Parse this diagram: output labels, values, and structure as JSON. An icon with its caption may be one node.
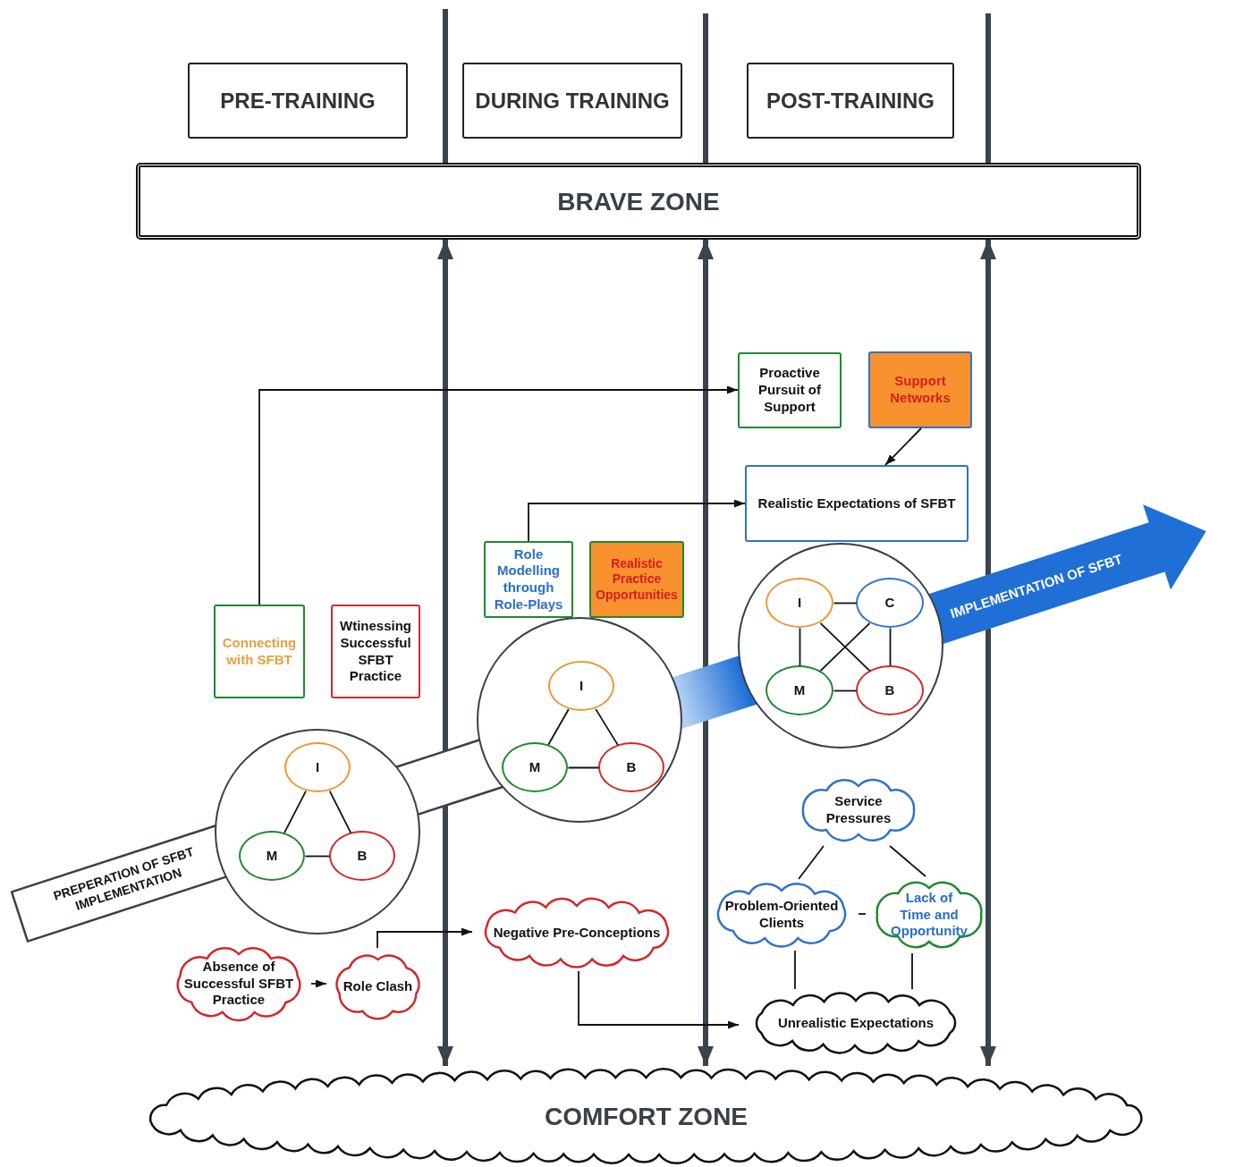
{
  "diagram": {
    "nodes": [
      {
        "text": [
          "PRE-TRAINING"
        ]
      },
      {
        "text": [
          "DURING TRAINING"
        ]
      },
      {
        "text": [
          "POST-TRAINING"
        ]
      },
      {
        "text": [
          "BRAVE ZONE"
        ]
      },
      {
        "text": [
          "Proactive Pursuit of Support"
        ]
      },
      {
        "text": [
          "Support Networks"
        ]
      },
      {
        "text": [
          "Realistic Expectations of SFBT"
        ]
      },
      {
        "text": [
          "Role Modelling through Role-Plays"
        ]
      },
      {
        "text": [
          "Realistic Practice Opportunities"
        ]
      },
      {
        "text": [
          "Connecting with SFBT"
        ]
      },
      {
        "text": [
          "Wtinessing Successful SFBT Practice"
        ]
      },
      {
        "text": [],
        "shape": "circle"
      },
      {
        "text": [
          "I"
        ],
        "in": 11
      },
      {
        "text": [
          "M"
        ],
        "in": 11
      },
      {
        "text": [
          "B"
        ],
        "in": 11
      },
      {
        "text": [],
        "shape": "circle"
      },
      {
        "text": [
          "I"
        ],
        "in": 15
      },
      {
        "text": [
          "M"
        ],
        "in": 15
      },
      {
        "text": [
          "B"
        ],
        "in": 15
      },
      {
        "text": [],
        "shape": "circle"
      },
      {
        "text": [
          "I"
        ],
        "in": 19
      },
      {
        "text": [
          "C"
        ],
        "in": 19
      },
      {
        "text": [
          "M"
        ],
        "in": 19
      },
      {
        "text": [
          "B"
        ],
        "in": 19
      },
      {
        "text": [
          "Service Pressures"
        ]
      },
      {
        "text": [
          "Problem-Oriented Clients"
        ]
      },
      {
        "text": [
          "Lack of Time and Opportunity"
        ]
      },
      {
        "text": [
          "Negative Pre-Conceptions"
        ]
      },
      {
        "text": [
          "Absence of Successful SFBT Practice"
        ]
      },
      {
        "text": [
          "Role Clash"
        ]
      },
      {
        "text": [
          "Unrealistic Expectations"
        ]
      },
      {
        "text": [
          "COMFORT ZONE"
        ]
      }
    ],
    "edges": [
      {
        "from": 3,
        "to": 31,
        "arrow": "both",
        "style": "thick",
        "color": "#3b434c"
      },
      {
        "from": 3,
        "to": 31,
        "arrow": "both",
        "style": "thick",
        "color": "#3b434c"
      },
      {
        "from": 3,
        "to": 31,
        "arrow": "both",
        "style": "thick",
        "color": "#3b434c"
      },
      {
        "from": 9,
        "to": 4,
        "arrow": "to"
      },
      {
        "from": 5,
        "to": 6,
        "arrow": "to"
      },
      {
        "from": 7,
        "to": 6,
        "arrow": "to"
      },
      {
        "from": 28,
        "to": 29,
        "arrow": "to"
      },
      {
        "from": 29,
        "to": 27,
        "arrow": "to"
      },
      {
        "from": 27,
        "to": 30,
        "arrow": "to"
      },
      {
        "from": 24,
        "to": 25,
        "arrow": "none"
      },
      {
        "from": 24,
        "to": 26,
        "arrow": "none"
      },
      {
        "from": 25,
        "to": 26,
        "arrow": "none"
      },
      {
        "from": 25,
        "to": 30,
        "arrow": "none"
      },
      {
        "from": 26,
        "to": 30,
        "arrow": "none"
      },
      {
        "from": 12,
        "to": 13,
        "arrow": "none"
      },
      {
        "from": 12,
        "to": 14,
        "arrow": "none"
      },
      {
        "from": 13,
        "to": 14,
        "arrow": "none"
      },
      {
        "from": 16,
        "to": 17,
        "arrow": "none"
      },
      {
        "from": 16,
        "to": 18,
        "arrow": "none"
      },
      {
        "from": 17,
        "to": 18,
        "arrow": "none"
      },
      {
        "from": 20,
        "to": 21,
        "arrow": "none"
      },
      {
        "from": 20,
        "to": 22,
        "arrow": "none"
      },
      {
        "from": 20,
        "to": 23,
        "arrow": "none"
      },
      {
        "from": 21,
        "to": 22,
        "arrow": "none"
      },
      {
        "from": 21,
        "to": 23,
        "arrow": "none"
      },
      {
        "from": 22,
        "to": 23,
        "arrow": "none"
      },
      {
        "from": null,
        "to": 11,
        "arrow": "none",
        "style": "thick",
        "label": "PREPERATION OF SFBT IMPLEMENTATION"
      },
      {
        "from": 11,
        "to": 15,
        "arrow": "none",
        "style": "thick"
      },
      {
        "from": 15,
        "to": 19,
        "arrow": "none",
        "style": "thick",
        "color": "#1f6fd6"
      },
      {
        "from": 19,
        "to": null,
        "arrow": "to",
        "style": "thick",
        "color": "#1f6fd6",
        "label": "IMPLEMENTATION OF SFBT"
      }
    ]
  }
}
